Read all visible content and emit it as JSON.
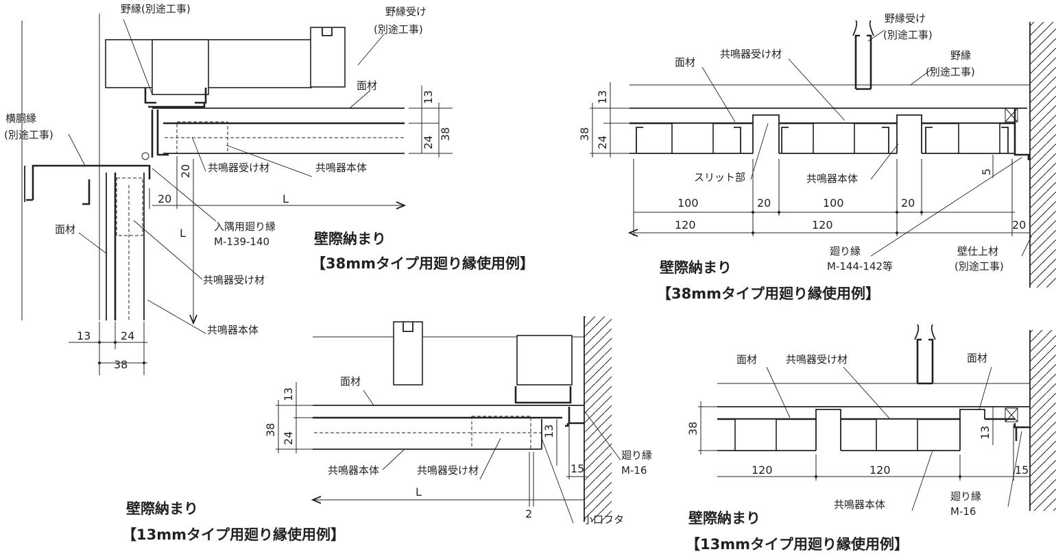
{
  "labels": {
    "nobuchi_betto": "野縁(別途工事)",
    "noukeuke": "野縁受け",
    "betto_kouji": "(別途工事)",
    "menzai": "面材",
    "yokodoubuchi": "横胴縁",
    "kyomeiki_ukezai": "共鳴器受け材",
    "kyomeiki_hontai": "共鳴器本体",
    "iritsumi_mawaribuchi": "入隅用廻り縁",
    "m139": "M-139-140",
    "slit": "スリット部",
    "nobuchi": "野縁",
    "mawaribuchi": "廻り縁",
    "m144": "M-144-142等",
    "kabe_shiagezai": "壁仕上材",
    "m16": "M-16",
    "koguchi_futa": "小口フタ"
  },
  "captions": {
    "title": "壁際納まり",
    "sub38": "【38mmタイプ用廻り縁使用例】",
    "sub13": "【13mmタイプ用廻り縁使用例】"
  },
  "dims": {
    "d13": "13",
    "d24": "24",
    "d38": "38",
    "d20": "20",
    "d100": "100",
    "d120": "120",
    "d5": "5",
    "d15": "15",
    "d2": "2",
    "L": "L"
  }
}
